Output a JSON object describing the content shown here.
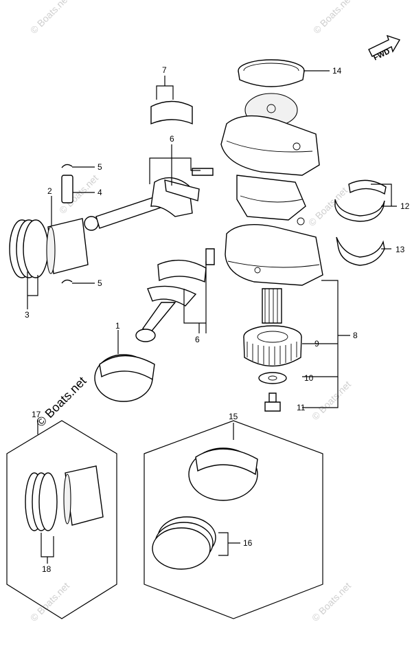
{
  "fwd_label": "FWD",
  "watermark_text": "© Boats.net",
  "callouts": {
    "c1": "1",
    "c2": "2",
    "c3": "3",
    "c4": "4",
    "c5a": "5",
    "c5b": "5",
    "c6a": "6",
    "c6b": "6",
    "c7": "7",
    "c8": "8",
    "c9": "9",
    "c10": "10",
    "c11": "11",
    "c12": "12",
    "c13": "13",
    "c14": "14",
    "c15": "15",
    "c16": "16",
    "c17": "17",
    "c18": "18"
  },
  "colors": {
    "line": "#000000",
    "watermark": "#cfcfcf",
    "background": "#ffffff"
  }
}
